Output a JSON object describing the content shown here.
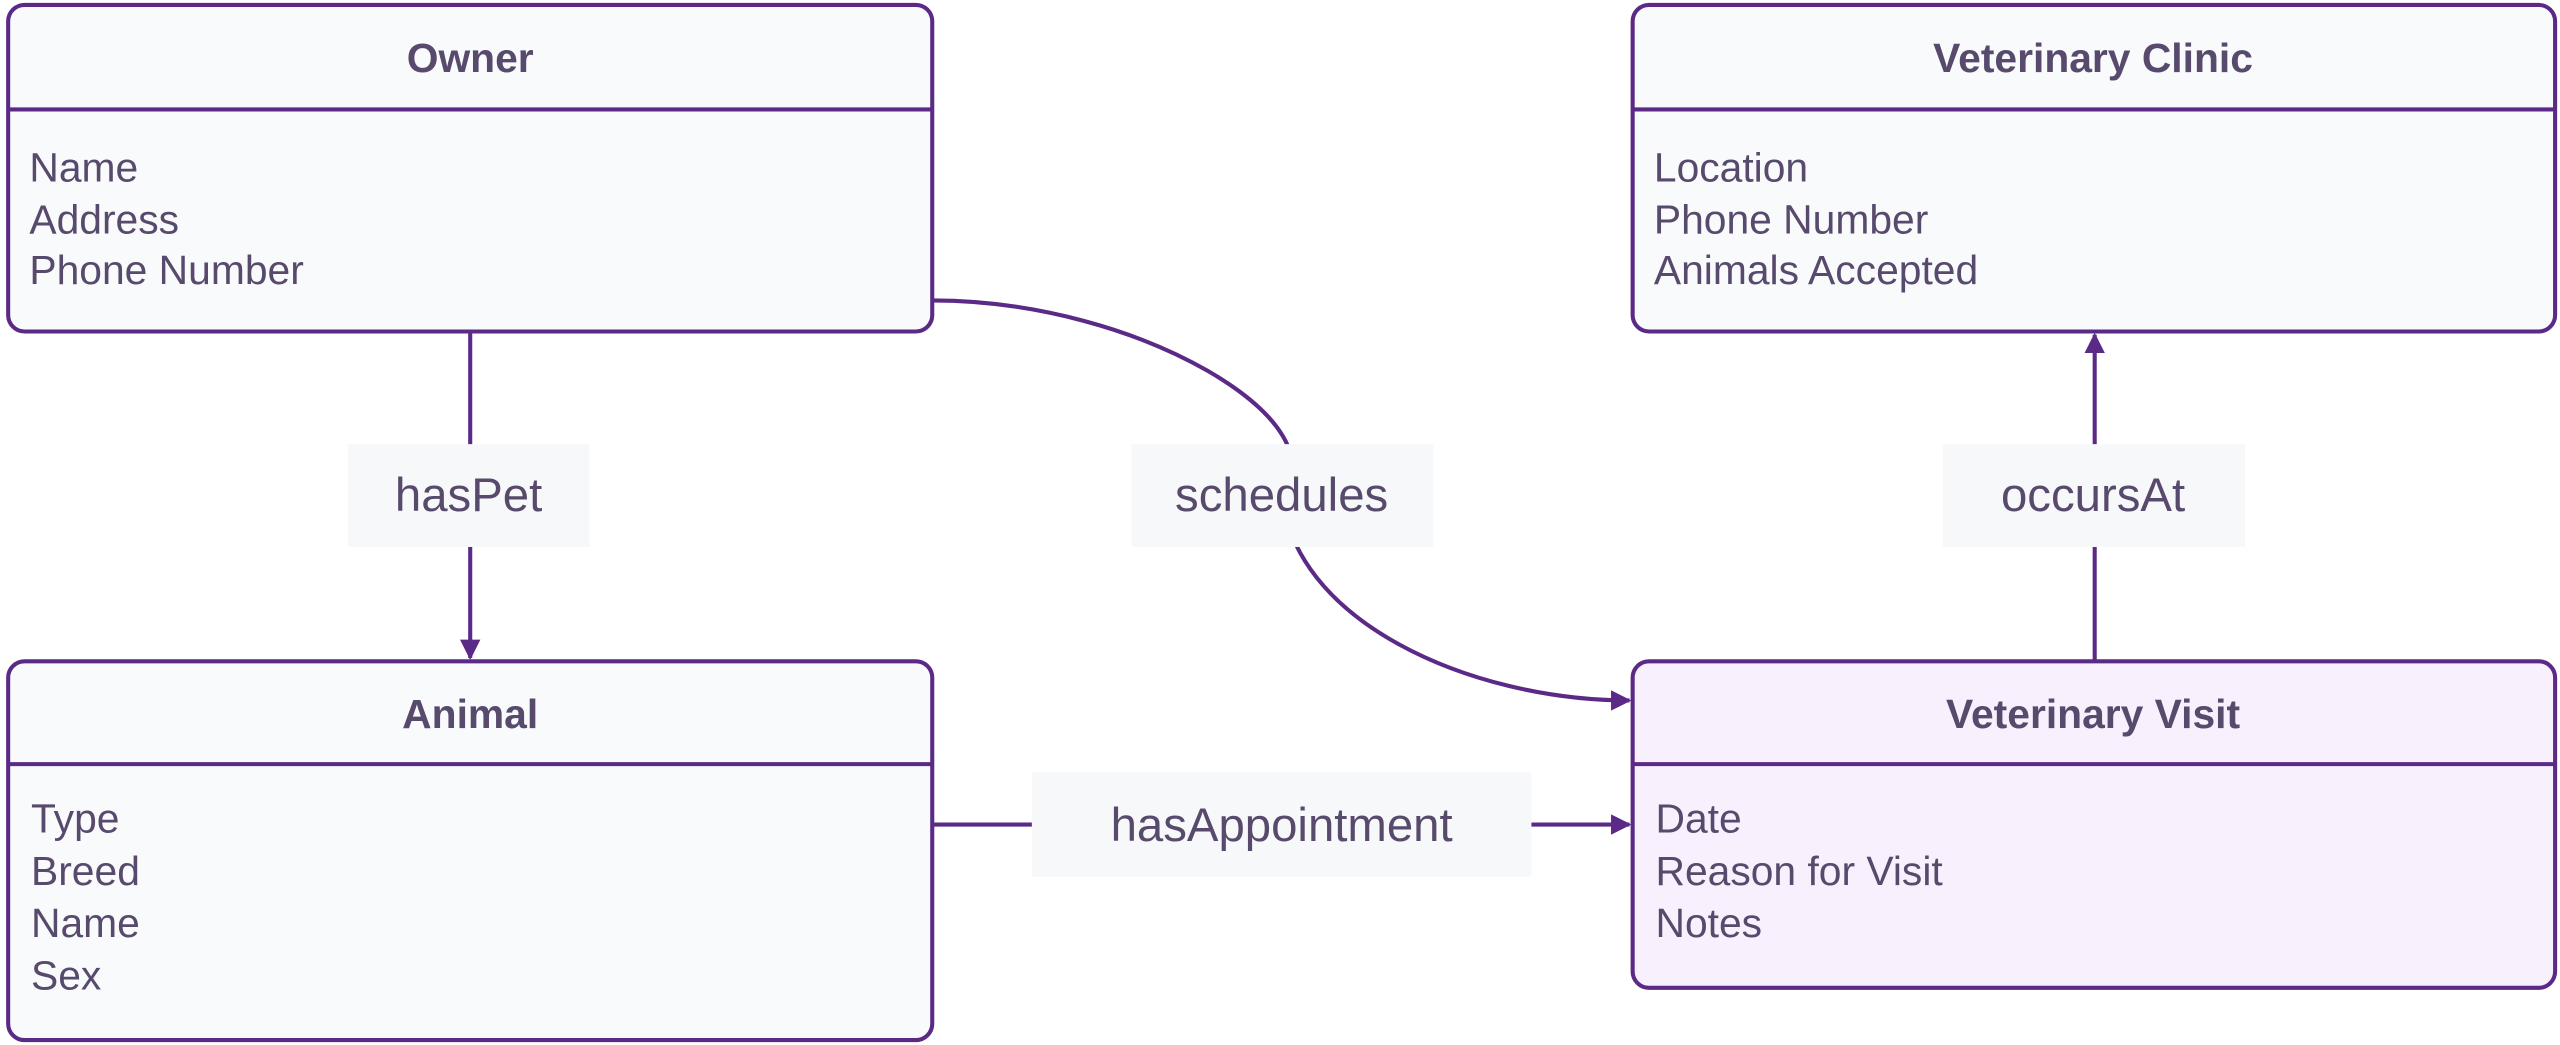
{
  "colors": {
    "stroke": "#5b2a86",
    "text": "#574a6c",
    "entity_fill": "#f9fafc",
    "highlight_fill": "#f8f0fd",
    "label_bg": "#f7f8fa"
  },
  "entities": [
    {
      "id": "owner",
      "title": "Owner",
      "attributes": [
        "Name",
        "Address",
        "Phone Number"
      ]
    },
    {
      "id": "clinic",
      "title": "Veterinary Clinic",
      "attributes": [
        "Location",
        "Phone Number",
        "Animals Accepted"
      ]
    },
    {
      "id": "animal",
      "title": "Animal",
      "attributes": [
        "Type",
        "Breed",
        "Name",
        "Sex"
      ]
    },
    {
      "id": "visit",
      "title": "Veterinary Visit",
      "attributes": [
        "Date",
        "Reason for Visit",
        "Notes"
      ]
    }
  ],
  "relationships": [
    {
      "label": "hasPet",
      "from": "Owner",
      "to": "Animal"
    },
    {
      "label": "schedules",
      "from": "Owner",
      "to": "Veterinary Visit"
    },
    {
      "label": "occursAt",
      "from": "Veterinary Visit",
      "to": "Veterinary Clinic"
    },
    {
      "label": "hasAppointment",
      "from": "Animal",
      "to": "Veterinary Visit"
    }
  ]
}
